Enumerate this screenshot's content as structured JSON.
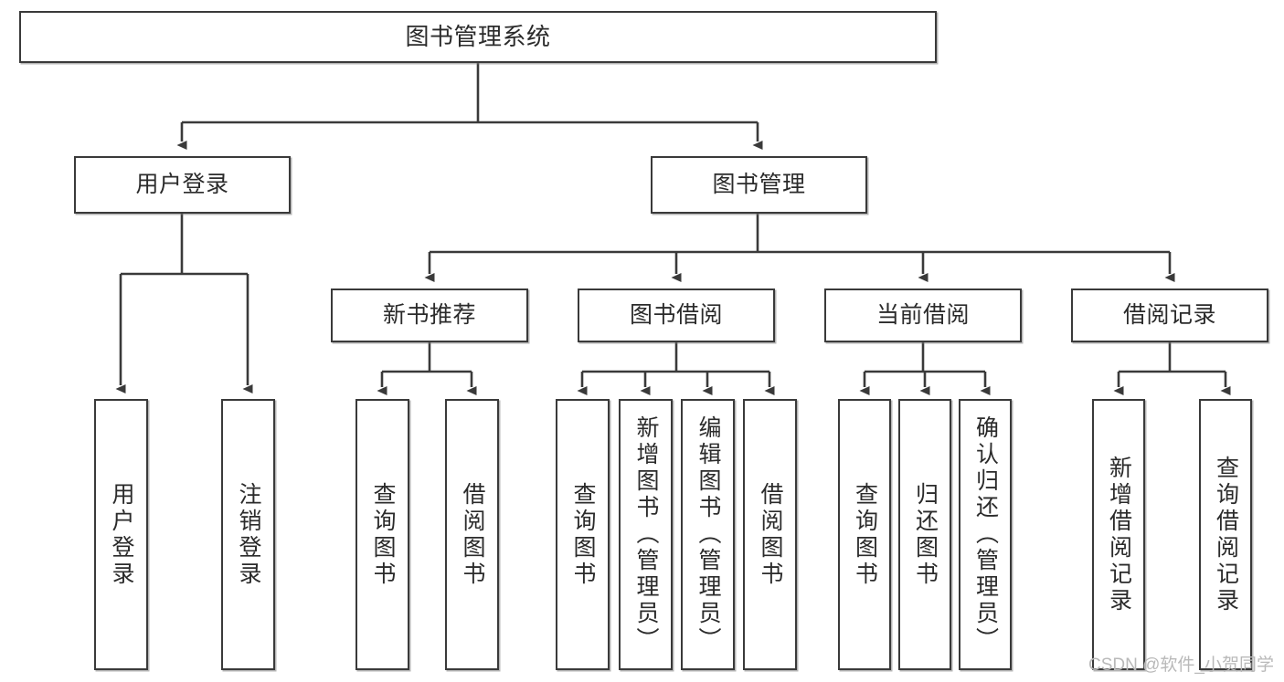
{
  "diagram": {
    "title": "图书管理系统",
    "type": "tree-hierarchy",
    "orientation": "top-down",
    "colors": {
      "box_border": "#3a3a3a",
      "box_fill": "#ffffff",
      "connector": "#3a3a3a",
      "text": "#2b2b2b",
      "watermark": "#b9b9b9",
      "background": "#ffffff"
    }
  },
  "nodes": {
    "root": {
      "label": "图书管理系统"
    },
    "level2": [
      {
        "id": "user-login",
        "label": "用户登录"
      },
      {
        "id": "book-management",
        "label": "图书管理"
      }
    ],
    "level3": [
      {
        "id": "new-book-recommend",
        "label": "新书推荐"
      },
      {
        "id": "book-borrow",
        "label": "图书借阅"
      },
      {
        "id": "current-borrow",
        "label": "当前借阅"
      },
      {
        "id": "borrow-record",
        "label": "借阅记录"
      }
    ],
    "leaves": {
      "user-login": [
        {
          "id": "leaf-user-login",
          "label": "用户登录"
        },
        {
          "id": "leaf-logout-login",
          "label": "注销登录"
        }
      ],
      "new-book-recommend": [
        {
          "id": "leaf-query-book-1",
          "label": "查询图书"
        },
        {
          "id": "leaf-borrow-book-1",
          "label": "借阅图书"
        }
      ],
      "book-borrow": [
        {
          "id": "leaf-query-book-2",
          "label": "查询图书"
        },
        {
          "id": "leaf-add-book",
          "label": "新增图书（管理员）"
        },
        {
          "id": "leaf-edit-book",
          "label": "编辑图书（管理员）"
        },
        {
          "id": "leaf-borrow-book-2",
          "label": "借阅图书"
        }
      ],
      "current-borrow": [
        {
          "id": "leaf-query-book-3",
          "label": "查询图书"
        },
        {
          "id": "leaf-return-book",
          "label": "归还图书"
        },
        {
          "id": "leaf-confirm-return",
          "label": "确认归还（管理员）"
        }
      ],
      "borrow-record": [
        {
          "id": "leaf-add-record",
          "label": "新增借阅记录"
        },
        {
          "id": "leaf-query-record",
          "label": "查询借阅记录"
        }
      ]
    }
  },
  "watermark": {
    "text": "CSDN @软件_小贺同学"
  }
}
